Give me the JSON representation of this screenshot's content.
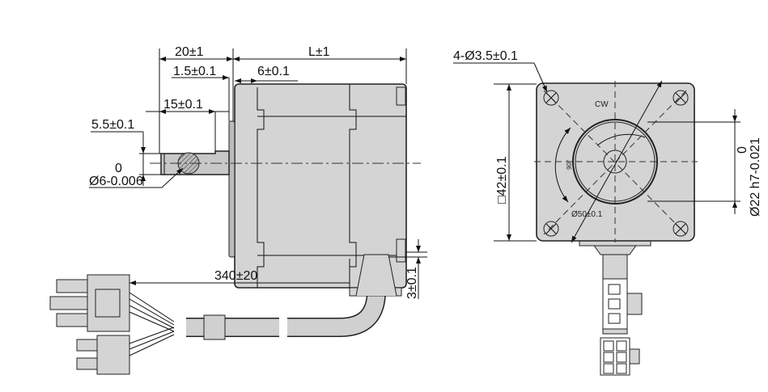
{
  "side_view": {
    "dim_shaft_length": "20±1",
    "dim_body_length": "L±1",
    "dim_flange_thickness": "1.5±0.1",
    "dim_flange_offset": "6±0.1",
    "dim_flat_length": "15±0.1",
    "dim_flat_depth": "5.5±0.1",
    "dim_shaft_tol_upper": "0",
    "dim_shaft_diameter": "Ø6-0.006",
    "dim_cable_length": "340±20",
    "dim_cable_offset": "3±0.1"
  },
  "front_view": {
    "dim_holes": "4-Ø3.5±0.1",
    "dim_square": "□42±0.1",
    "dim_pilot_tol_upper": "0",
    "dim_pilot": "Ø22 h7-0.021",
    "rotation_label": "CW",
    "angle_label": "90°",
    "dim_bolt_circle": "Ø50±0.1"
  }
}
